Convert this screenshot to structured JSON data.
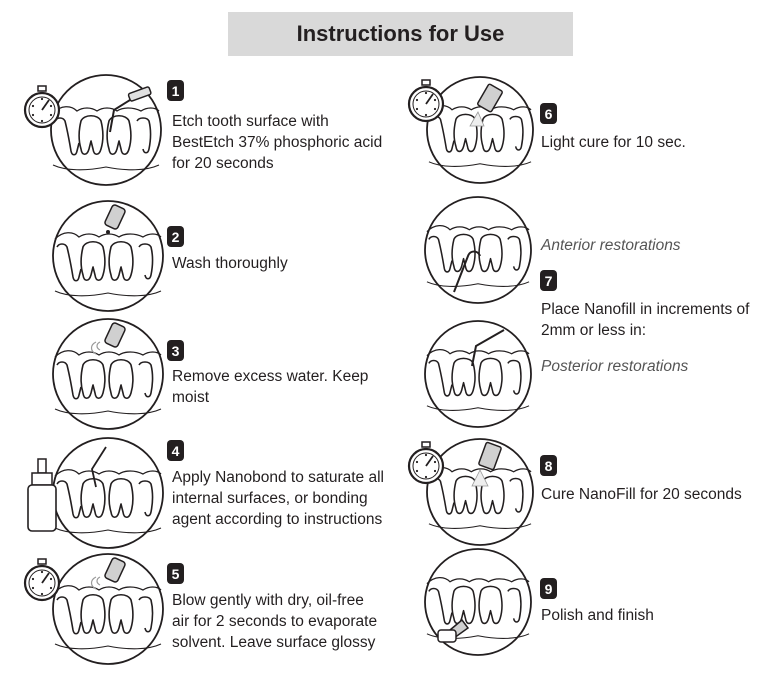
{
  "title": "Instructions for Use",
  "steps": [
    {
      "number": "1",
      "text": "Etch tooth surface with\nBestEtch 37% phosphoric acid\nfor 20 seconds"
    },
    {
      "number": "2",
      "text": "Wash thoroughly"
    },
    {
      "number": "3",
      "text": "Remove excess water. Keep\nmoist"
    },
    {
      "number": "4",
      "text": "Apply Nanobond to saturate all\ninternal surfaces, or bonding\nagent according to instructions"
    },
    {
      "number": "5",
      "text": "Blow gently with dry, oil-free\nair for 2 seconds to evaporate\nsolvent. Leave surface glossy"
    },
    {
      "number": "6",
      "text": "Light cure for 10 sec."
    },
    {
      "number": "7",
      "text": "Place Nanofill in increments of\n2mm or less in:",
      "sub_anterior": "Anterior restorations",
      "sub_posterior": "Posterior restorations"
    },
    {
      "number": "8",
      "text": "Cure NanoFill for 20 seconds"
    },
    {
      "number": "9",
      "text": "Polish and finish"
    }
  ],
  "icons": {
    "teeth": "teeth-illustration-icon",
    "timer": "stopwatch-icon",
    "etch": "etch-syringe-icon",
    "water": "water-nozzle-icon",
    "air": "air-nozzle-icon",
    "bond": "bonding-bottle-icon",
    "light": "curing-light-icon",
    "fill": "filling-instrument-icon",
    "polish": "polishing-tool-icon"
  },
  "colors": {
    "ink": "#231f20",
    "title_bg": "#d9d9d9"
  }
}
